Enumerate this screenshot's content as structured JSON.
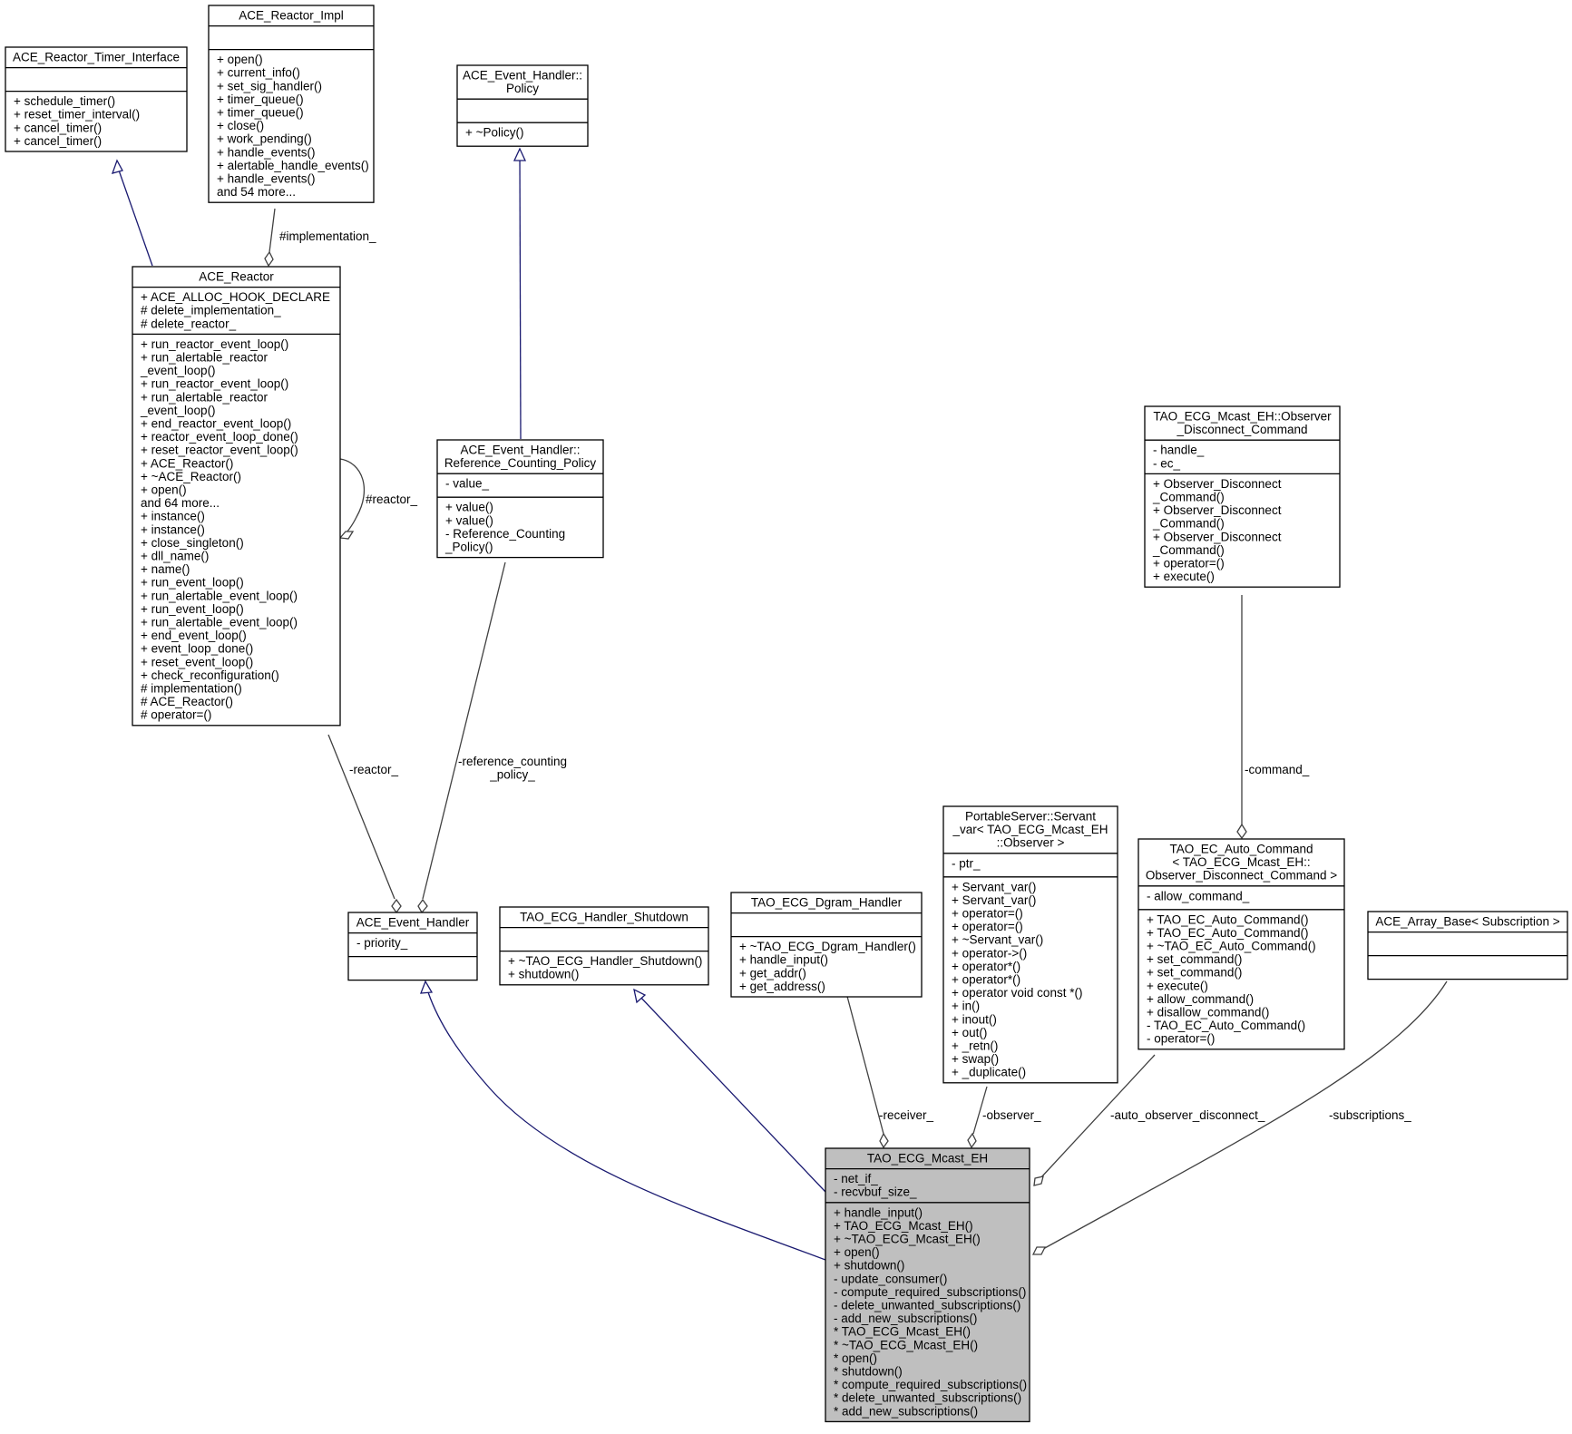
{
  "classes": {
    "timer_interface": {
      "title": [
        "ACE_Reactor_Timer_Interface"
      ],
      "attributes": [],
      "methods": [
        "+ schedule_timer()",
        "+ reset_timer_interval()",
        "+ cancel_timer()",
        "+ cancel_timer()"
      ]
    },
    "reactor_impl": {
      "title": [
        "ACE_Reactor_Impl"
      ],
      "attributes": [],
      "methods": [
        "+ open()",
        "+ current_info()",
        "+ set_sig_handler()",
        "+ timer_queue()",
        "+ timer_queue()",
        "+ close()",
        "+ work_pending()",
        "+ handle_events()",
        "+ alertable_handle_events()",
        "+ handle_events()",
        "and 54 more..."
      ]
    },
    "policy": {
      "title": [
        "ACE_Event_Handler::",
        "Policy"
      ],
      "attributes": [],
      "methods": [
        "+ ~Policy()"
      ]
    },
    "reactor": {
      "title": [
        "ACE_Reactor"
      ],
      "attributes": [
        "+ ACE_ALLOC_HOOK_DECLARE",
        "# delete_implementation_",
        "# delete_reactor_"
      ],
      "methods": [
        "+ run_reactor_event_loop()",
        "+ run_alertable_reactor",
        "_event_loop()",
        "+ run_reactor_event_loop()",
        "+ run_alertable_reactor",
        "_event_loop()",
        "+ end_reactor_event_loop()",
        "+ reactor_event_loop_done()",
        "+ reset_reactor_event_loop()",
        "+ ACE_Reactor()",
        "+ ~ACE_Reactor()",
        "+ open()",
        "and 64 more...",
        "+ instance()",
        "+ instance()",
        "+ close_singleton()",
        "+ dll_name()",
        "+ name()",
        "+ run_event_loop()",
        "+ run_alertable_event_loop()",
        "+ run_event_loop()",
        "+ run_alertable_event_loop()",
        "+ end_event_loop()",
        "+ event_loop_done()",
        "+ reset_event_loop()",
        "+ check_reconfiguration()",
        "# implementation()",
        "# ACE_Reactor()",
        "# operator=()"
      ]
    },
    "ref_counting": {
      "title": [
        "ACE_Event_Handler::",
        "Reference_Counting_Policy"
      ],
      "attributes": [
        "- value_"
      ],
      "methods": [
        "+ value()",
        "+ value()",
        "- Reference_Counting",
        "_Policy()"
      ]
    },
    "observer_disconnect": {
      "title": [
        "TAO_ECG_Mcast_EH::Observer",
        "_Disconnect_Command"
      ],
      "attributes": [
        "- handle_",
        "- ec_"
      ],
      "methods": [
        "+ Observer_Disconnect",
        "_Command()",
        "+ Observer_Disconnect",
        "_Command()",
        "+ Observer_Disconnect",
        "_Command()",
        "+ operator=()",
        "+ execute()"
      ]
    },
    "servant_var": {
      "title": [
        "PortableServer::Servant",
        "_var< TAO_ECG_Mcast_EH",
        "::Observer >"
      ],
      "attributes": [
        "- ptr_"
      ],
      "methods": [
        "+ Servant_var()",
        "+ Servant_var()",
        "+ operator=()",
        "+ operator=()",
        "+ ~Servant_var()",
        "+ operator->()",
        "+ operator*()",
        "+ operator*()",
        "+ operator void const *()",
        "+ in()",
        "+ inout()",
        "+ out()",
        "+ _retn()",
        "+ swap()",
        "+ _duplicate()"
      ]
    },
    "auto_command": {
      "title": [
        "TAO_EC_Auto_Command",
        "< TAO_ECG_Mcast_EH::",
        "Observer_Disconnect_Command >"
      ],
      "attributes": [
        "- allow_command_"
      ],
      "methods": [
        "+ TAO_EC_Auto_Command()",
        "+ TAO_EC_Auto_Command()",
        "+ ~TAO_EC_Auto_Command()",
        "+ set_command()",
        "+ set_command()",
        "+ execute()",
        "+ allow_command()",
        "+ disallow_command()",
        "- TAO_EC_Auto_Command()",
        "- operator=()"
      ]
    },
    "event_handler": {
      "title": [
        "ACE_Event_Handler"
      ],
      "attributes": [
        "- priority_"
      ],
      "methods": []
    },
    "handler_shutdown": {
      "title": [
        "TAO_ECG_Handler_Shutdown"
      ],
      "attributes": [],
      "methods": [
        "+ ~TAO_ECG_Handler_Shutdown()",
        "+ shutdown()"
      ]
    },
    "dgram_handler": {
      "title": [
        "TAO_ECG_Dgram_Handler"
      ],
      "attributes": [],
      "methods": [
        "+ ~TAO_ECG_Dgram_Handler()",
        "+ handle_input()",
        "+ get_addr()",
        "+ get_address()"
      ]
    },
    "array_base": {
      "title": [
        "ACE_Array_Base< Subscription >"
      ],
      "attributes": [],
      "methods": []
    },
    "mcast_eh": {
      "title": [
        "TAO_ECG_Mcast_EH"
      ],
      "attributes": [
        "- net_if_",
        "- recvbuf_size_"
      ],
      "methods": [
        "+ handle_input()",
        "+ TAO_ECG_Mcast_EH()",
        "+ ~TAO_ECG_Mcast_EH()",
        "+ open()",
        "+ shutdown()",
        "- update_consumer()",
        "- compute_required_subscriptions()",
        "- delete_unwanted_subscriptions()",
        "- add_new_subscriptions()",
        "* TAO_ECG_Mcast_EH()",
        "* ~TAO_ECG_Mcast_EH()",
        "* open()",
        "* shutdown()",
        "* compute_required_subscriptions()",
        "* delete_unwanted_subscriptions()",
        "* add_new_subscriptions()"
      ]
    }
  },
  "edge_labels": {
    "implementation": [
      "#implementation_"
    ],
    "reactor_self": [
      "#reactor_"
    ],
    "reactor": [
      "-reactor_"
    ],
    "reference_counting_policy": [
      "-reference_counting",
      "_policy_"
    ],
    "command": [
      "-command_"
    ],
    "receiver": [
      "-receiver_"
    ],
    "observer": [
      "-observer_"
    ],
    "auto_observer_disconnect": [
      "-auto_observer_disconnect_"
    ],
    "subscriptions": [
      "-subscriptions_"
    ]
  },
  "colors": {
    "inheritance_edge": "#191970",
    "usage_edge": "#404040",
    "focus_class_fill": "#bfbfbf"
  }
}
